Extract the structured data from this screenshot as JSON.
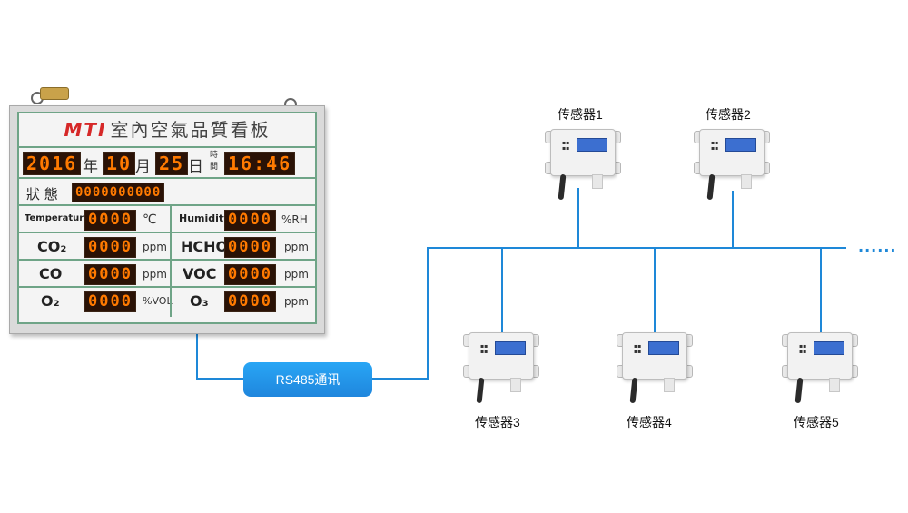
{
  "board": {
    "brand": "MTI",
    "title": "室內空氣品質看板",
    "datetime": {
      "year": "2016",
      "year_label": "年",
      "month": "10",
      "month_label": "月",
      "day": "25",
      "day_label": "日",
      "time_label": "時間",
      "time": "16:46"
    },
    "status": {
      "label": "狀 態",
      "value": "0000000000"
    },
    "readings": [
      {
        "label": "Temperature",
        "value": "0000",
        "unit": "℃"
      },
      {
        "label": "Humidity",
        "value": "0000",
        "unit": "%RH"
      },
      {
        "label": "CO₂",
        "value": "0000",
        "unit": "ppm"
      },
      {
        "label": "HCHO",
        "value": "0000",
        "unit": "ppm"
      },
      {
        "label": "CO",
        "value": "0000",
        "unit": "ppm"
      },
      {
        "label": "VOC",
        "value": "0000",
        "unit": "ppm"
      },
      {
        "label": "O₂",
        "value": "0000",
        "unit": "%VOL"
      },
      {
        "label": "O₃",
        "value": "0000",
        "unit": "ppm"
      }
    ]
  },
  "link": {
    "label": "RS485通讯",
    "continuation": "......"
  },
  "sensors": [
    {
      "label": "传感器1"
    },
    {
      "label": "传感器2"
    },
    {
      "label": "传感器3"
    },
    {
      "label": "传感器4"
    },
    {
      "label": "传感器5"
    }
  ],
  "colors": {
    "wire": "#1e88d8",
    "led": "#ff7a00",
    "badge": "#1f86dd"
  }
}
